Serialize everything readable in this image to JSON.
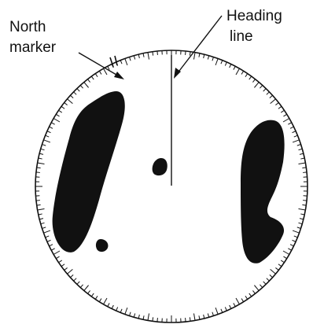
{
  "labels": {
    "north_marker": [
      "North",
      "marker"
    ],
    "heading_line": [
      "Heading",
      "line"
    ]
  },
  "colors": {
    "ink": "#111111",
    "background": "#ffffff"
  }
}
